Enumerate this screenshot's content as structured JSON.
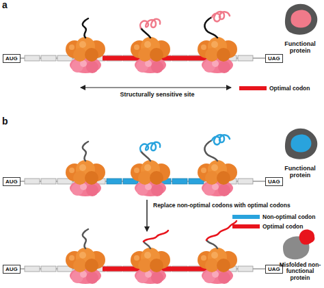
{
  "diagram": {
    "nodes": [
      {
        "text": [
          "AUG"
        ]
      },
      {
        "text": [
          "UAG"
        ]
      },
      {
        "text": [
          "AUG"
        ]
      },
      {
        "text": [
          "UAG"
        ]
      },
      {
        "text": [
          "AUG"
        ]
      },
      {
        "text": [
          "UAG"
        ]
      }
    ],
    "edges": [
      {
        "from": 0,
        "to": 1,
        "arrow": "none"
      },
      {
        "from": 2,
        "to": 3,
        "arrow": "none"
      },
      {
        "from": 4,
        "to": 5,
        "arrow": "none"
      }
    ],
    "labels": [
      "a",
      "Structurally sensitive site",
      "Functional protein",
      "b",
      "Functional protein",
      "Replace non-optimal codons with optimal codons",
      "Misfolded non-functional protein"
    ],
    "legend": [
      {
        "text": "Optimal codon",
        "color": "#e8141c"
      },
      {
        "text": "Non-optimal codon",
        "color": "#29a3dd"
      },
      {
        "text": "Optimal codon",
        "color": "#e8141c"
      }
    ]
  }
}
